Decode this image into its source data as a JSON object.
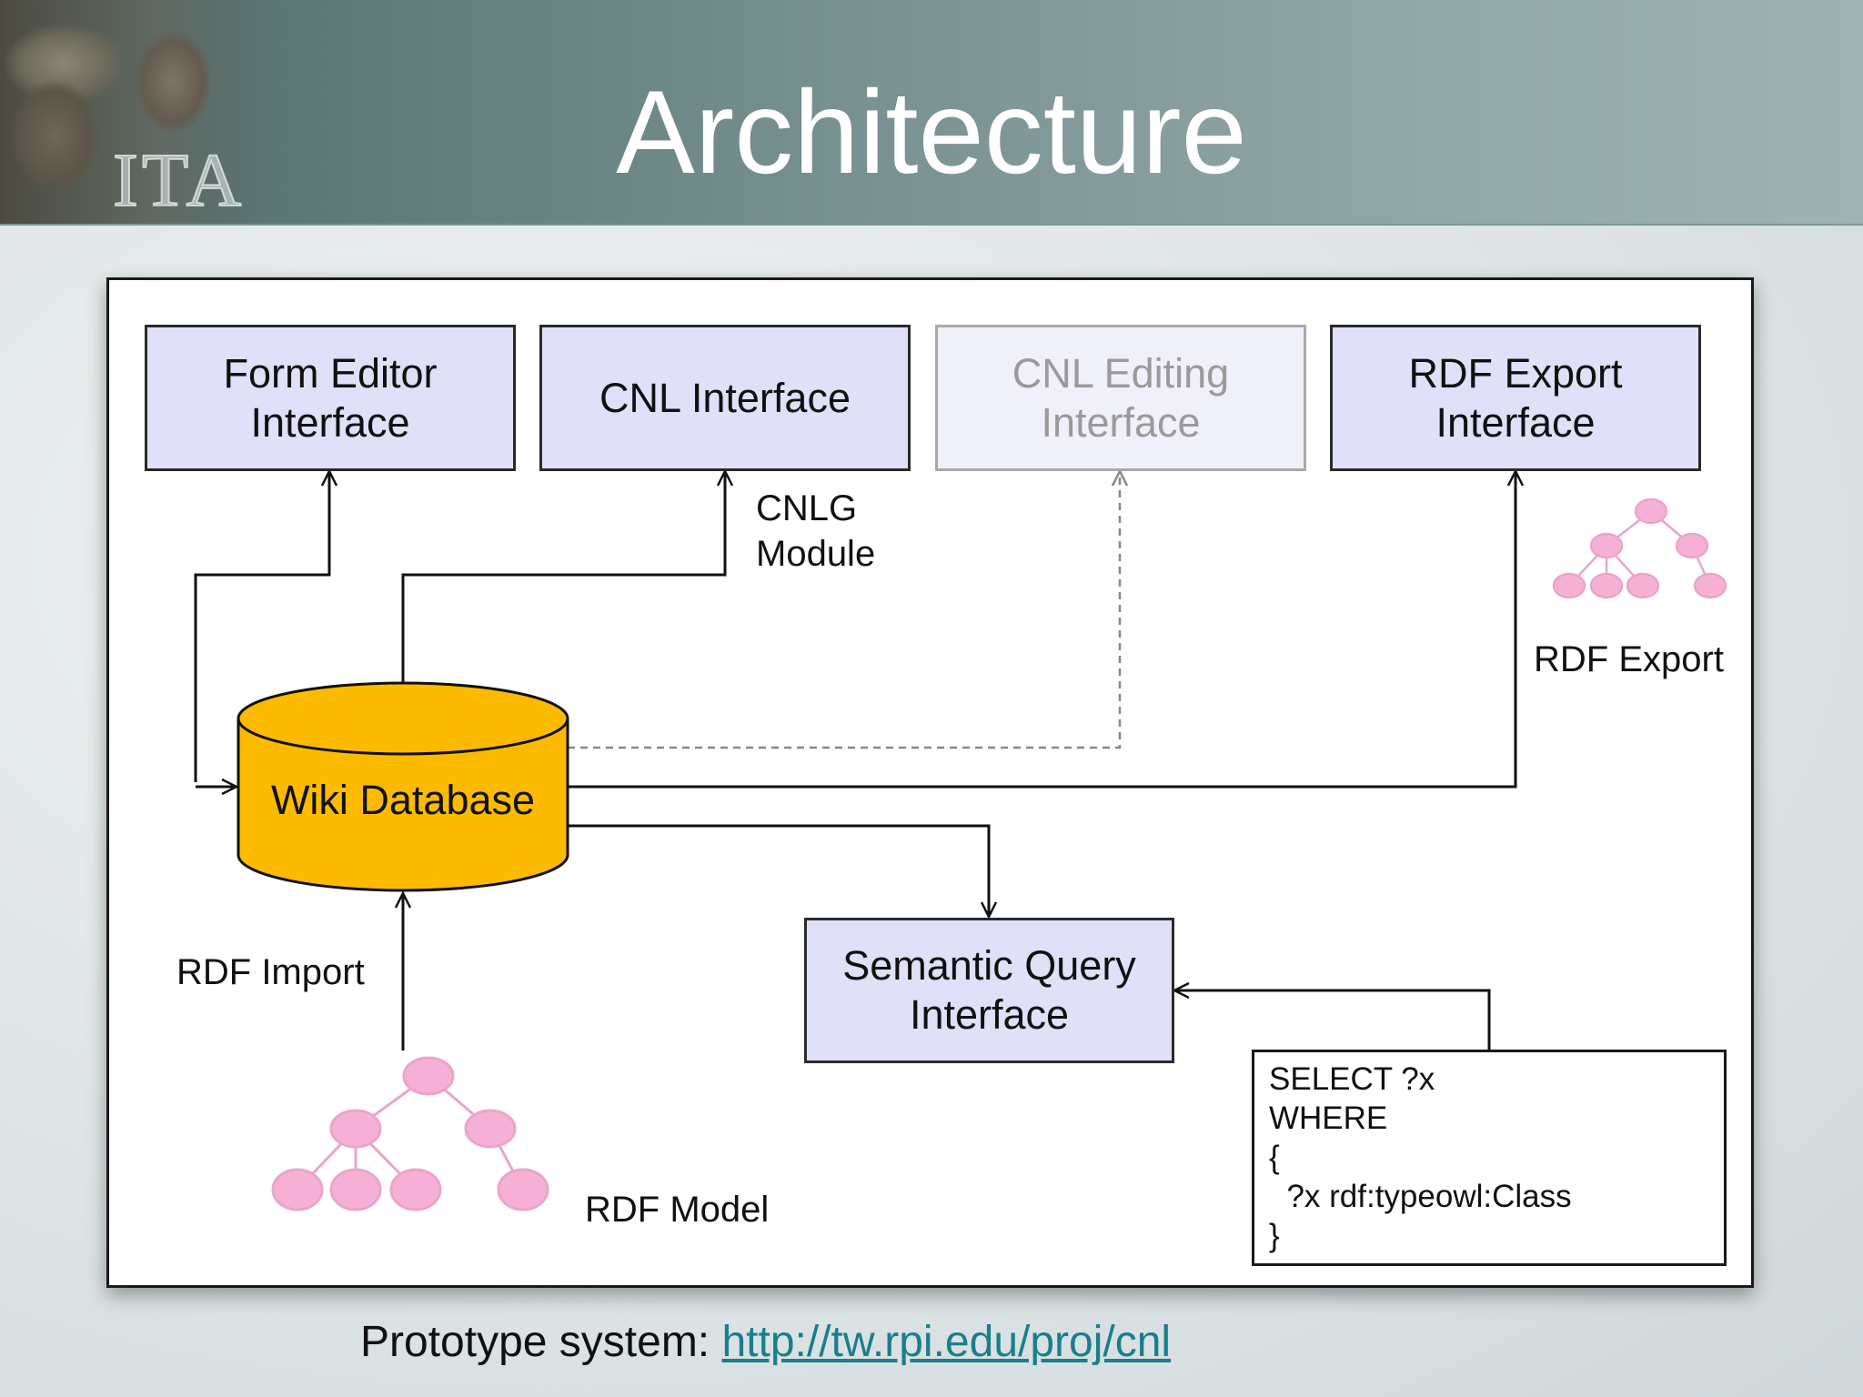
{
  "slide": {
    "title": "Architecture",
    "logo_text": "ITA"
  },
  "diagram": {
    "boxes": {
      "form_editor": "Form Editor\nInterface",
      "cnl_interface": "CNL Interface",
      "cnl_editing": "CNL Editing\nInterface",
      "rdf_export_interface": "RDF Export\nInterface",
      "semantic_query": "Semantic Query\nInterface",
      "wiki_database": "Wiki Database"
    },
    "labels": {
      "cnlg_module": "CNLG\nModule",
      "rdf_export": "RDF Export",
      "rdf_import": "RDF Import",
      "rdf_model": "RDF Model"
    },
    "query_lines": [
      "SELECT ?x",
      "WHERE",
      "{",
      "  ?x rdf:typeowl:Class",
      "}"
    ],
    "colors": {
      "box_fill": "#e0e1f8",
      "database_fill": "#fdbb00",
      "rdf_node_fill": "#f5a9d2"
    }
  },
  "footer": {
    "prefix": "Prototype system: ",
    "link": "http://tw.rpi.edu/proj/cnl"
  }
}
